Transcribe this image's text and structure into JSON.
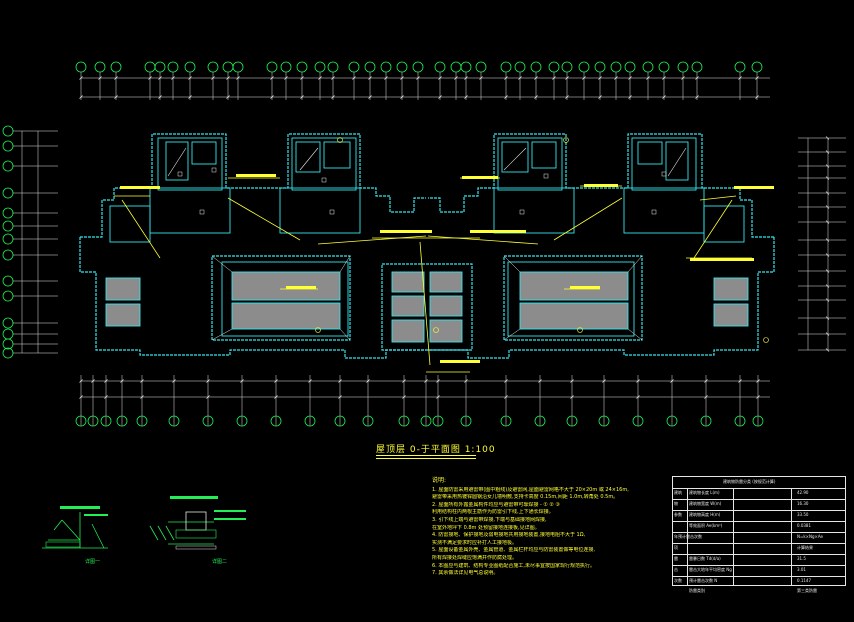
{
  "drawing": {
    "title": "屋顶层 0-于平面图  1:100",
    "notes_heading": "说明:",
    "notes": [
      "1.  屋面防雷采用避雷带(图中粗线)及避雷网,屋面避雷网格不大于 20×20m 或 24×16m,",
      "    避雷带采用热镀锌圆钢沿女儿墙明敷,支持卡高度 0.15m,间距 1.0m,转角处 0.5m。",
      "2.  屋面所有外露金属构件均应与避雷带可靠焊接  -  ①  ②  ③",
      "    利用结构柱内两根主筋作为防雷引下线,上下通长焊接。",
      "3.  引下线上端与避雷带焊接,下端与基础接地网焊接,",
      "    在室外地坪下 0.8m 处预留接地连接板,见详图。",
      "4.  防雷接地、保护接地及弱电接地共用接地装置,接地电阻不大于 1Ω,",
      "    实测不满足要求时应补打人工接地极。",
      "5.  屋面设备金属外壳、金属管道、金属栏杆均应与防雷装置做等电位连接,",
      "    所有焊接处焊缝应饱满并作防腐处理。",
      "6.  本图应与建筑、结构专业图纸配合施工,未尽事宜按国家现行规范执行。",
      "7.  其余做法详见电气总说明。"
    ],
    "table": {
      "header": "建筑物防雷分类  (按规范计算)",
      "rows": [
        [
          "建筑",
          "建筑物长度  L(m)",
          "42.90"
        ],
        [
          "物",
          "建筑物宽度  W(m)",
          "16.30"
        ],
        [
          "参数",
          "建筑物高度  H(m)",
          "33.50"
        ],
        [
          "",
          "等效面积  Ae(km²)",
          "0.0381"
        ],
        [
          "年预计雷击次数",
          "",
          "N=k×Ng×Ae"
        ],
        [
          "项",
          "",
          "计算结果"
        ],
        [
          "雷",
          "雷暴日数  Td(d/a)",
          "31.5"
        ],
        [
          "击",
          "雷击大地年平均密度  Ng",
          "3.01"
        ],
        [
          "次数",
          "预计雷击次数  N",
          "0.1147"
        ],
        [
          "",
          "防雷类别",
          "第三类防雷"
        ]
      ]
    },
    "details": [
      {
        "label": "详图一"
      },
      {
        "label": "详图二"
      }
    ],
    "colors": {
      "background": "#000000",
      "grid_bubble": "#22ee55",
      "walls": "#33e6ee",
      "lightning_strip": "#ffff33",
      "annotation": "#ffff33",
      "fill": "#8c8c8c",
      "dimension": "#e6e6e6"
    }
  }
}
